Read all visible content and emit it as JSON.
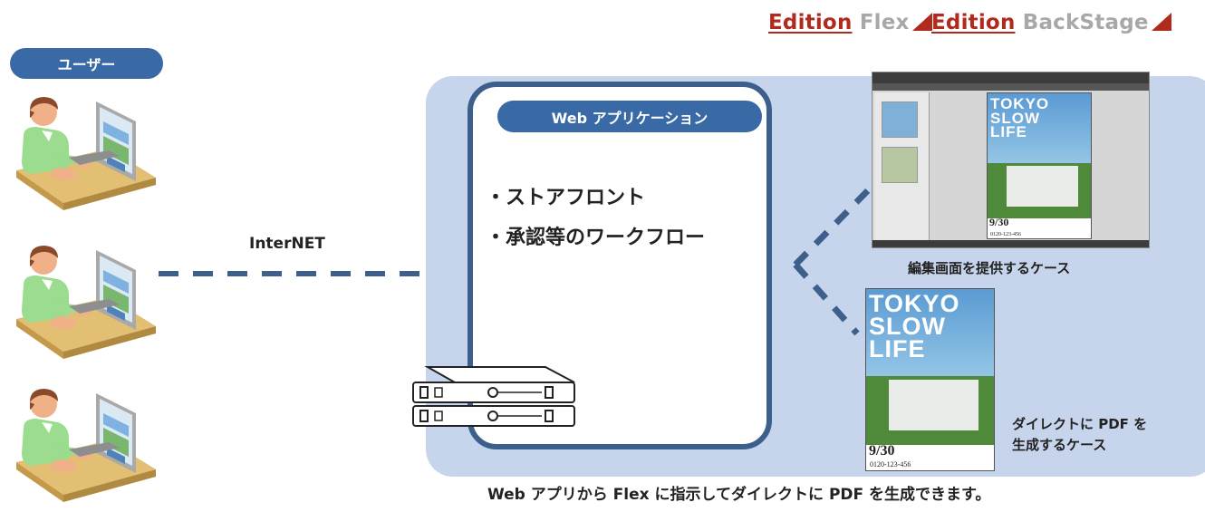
{
  "editions": [
    {
      "word": "Edition",
      "product": "Flex"
    },
    {
      "word": "Edition",
      "product": "BackStage"
    }
  ],
  "users": {
    "label": "ユーザー"
  },
  "network": {
    "label": "InterNET"
  },
  "web_app": {
    "title": "Web アプリケーション",
    "features": [
      "・ストアフロント",
      "・承認等のワークフロー"
    ]
  },
  "cases": {
    "edit_screen": {
      "caption": "編集画面を提供するケース",
      "poster_title": "TOKYO\nSLOW\nLIFE",
      "poster_date": "9/30",
      "poster_phone": "0120-123-456"
    },
    "direct_pdf": {
      "caption_line1": "ダイレクトに PDF を",
      "caption_line2": "生成するケース",
      "poster_title": "TOKYO\nSLOW\nLIFE",
      "poster_date": "9/30",
      "poster_phone": "0120-123-456"
    }
  },
  "footer": "Web アプリから Flex に指示してダイレクトに PDF を生成できます。",
  "colors": {
    "brand_red": "#b02a1e",
    "label_blue": "#3a6aa6",
    "panel_bg": "#c7d5ec",
    "line_navy": "#3d5f8c"
  }
}
